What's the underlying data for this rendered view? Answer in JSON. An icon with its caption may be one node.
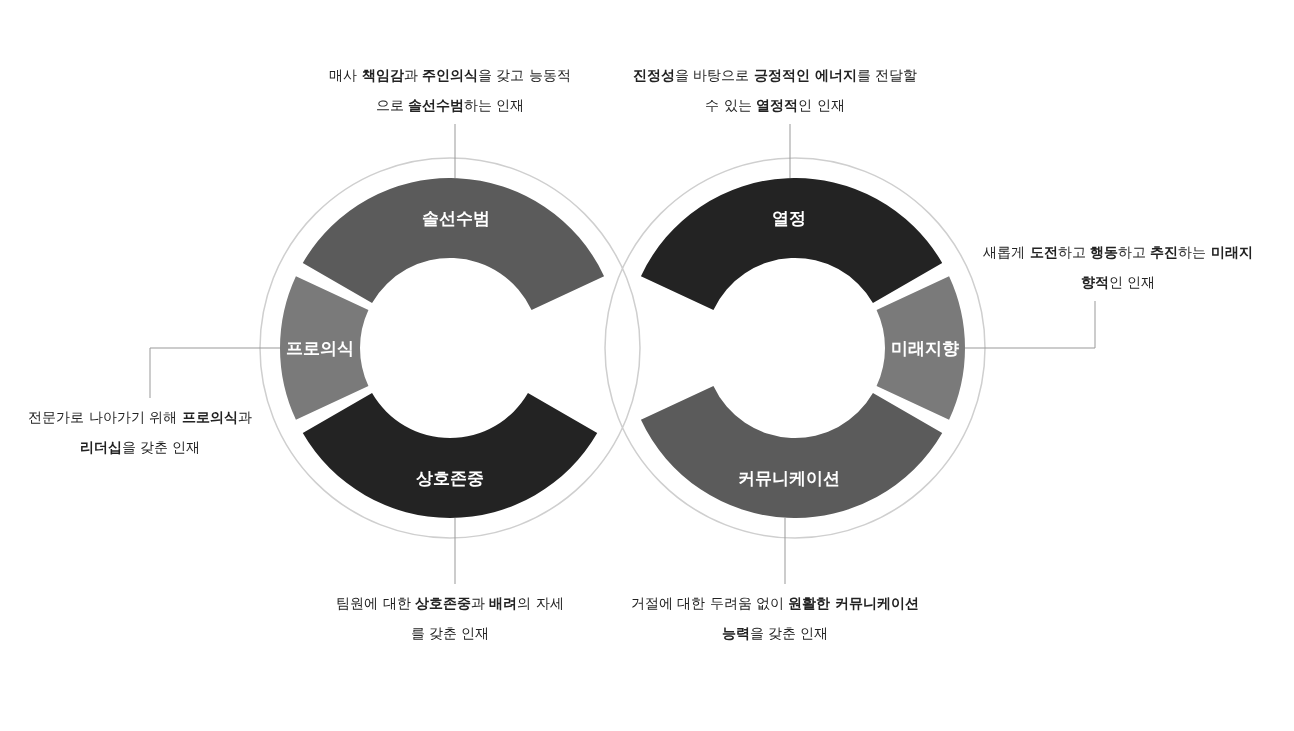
{
  "diagram": {
    "nodes": [
      {
        "text": [
          "매사 **책임감**과 **주인의식**을 갖고 능동적으로 **솔선수범**하는 인재"
        ]
      },
      {
        "text": [
          "**진정성**을 바탕으로 **긍정적인 에너지**를 전달할 수 있는 **열정적**인 인재"
        ]
      },
      {
        "text": [
          "솔선수범"
        ]
      },
      {
        "text": [
          "열정"
        ]
      },
      {
        "text": [
          "새롭게 **도전**하고 **행동**하고 **추진**하는 **미래지향적**인 인재"
        ]
      },
      {
        "text": [
          "프로의식"
        ]
      },
      {
        "text": [
          "미래지향"
        ]
      },
      {
        "text": [
          "전문가로 나아가기 위해 **프로의식**과 **리더십**을 갖춘 인재"
        ]
      },
      {
        "text": [
          "상호존중"
        ]
      },
      {
        "text": [
          "커뮤니케이션"
        ]
      },
      {
        "text": [
          "팀원에 대한 **상호존중**과 **배려**의 자세를 갖춘 인재"
        ]
      },
      {
        "text": [
          "거절에 대한 두려움 없이 **원활한 커뮤니케이션 능력**을 갖춘 인재"
        ]
      }
    ],
    "edges": [
      {
        "from": 0,
        "to": 2,
        "arrow": "none"
      },
      {
        "from": 1,
        "to": 3,
        "arrow": "none"
      },
      {
        "from": 4,
        "to": 6,
        "arrow": "none"
      },
      {
        "from": 7,
        "to": 5,
        "arrow": "none"
      },
      {
        "from": 10,
        "to": 8,
        "arrow": "none"
      },
      {
        "from": 11,
        "to": 9,
        "arrow": "none"
      }
    ]
  }
}
